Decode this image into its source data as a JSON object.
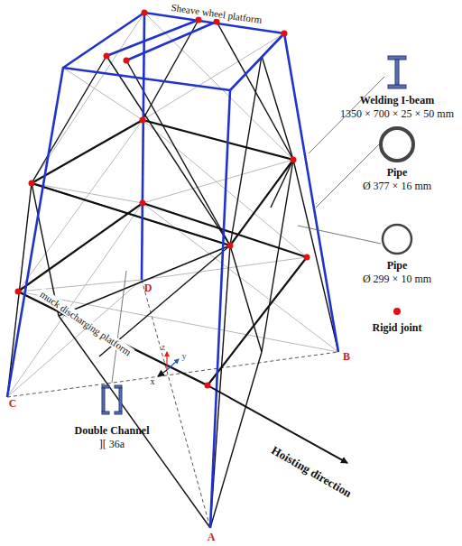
{
  "diagram": {
    "labels": [
      "Sheave wheel platform",
      "Welding I-beam",
      "1350 × 700 × 25 × 50 mm",
      "Pipe",
      "Ø 377 × 16 mm",
      "Pipe",
      "Ø 299 × 10 mm",
      "Rigid joint",
      "D",
      "C",
      "B",
      "A",
      "muck discharging platform",
      "Double Channel",
      "][ 36a",
      "z",
      "y",
      "x",
      "Hoisting direction"
    ]
  }
}
